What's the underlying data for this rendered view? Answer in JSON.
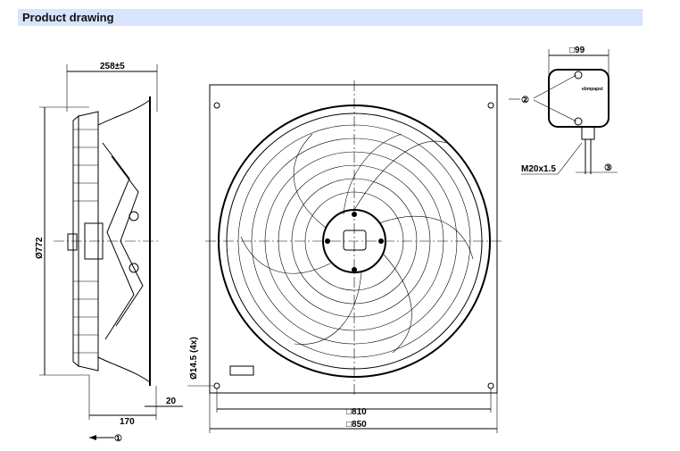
{
  "header": {
    "title": "Product drawing"
  },
  "side_view": {
    "width_dim": "258±5",
    "diameter_dim": "Ø772",
    "depth_dim": "170",
    "flange_dim": "20",
    "callout_1": "①"
  },
  "front_view": {
    "inner_square_dim": "□810",
    "outer_square_dim": "□850",
    "hole_dim": "Ø14.5 (4x)"
  },
  "terminal_box": {
    "size_dim": "□99",
    "callout_2": "②",
    "gland_dim": "M20x1.5",
    "callout_3": "③",
    "brand": "ebmpapst"
  }
}
